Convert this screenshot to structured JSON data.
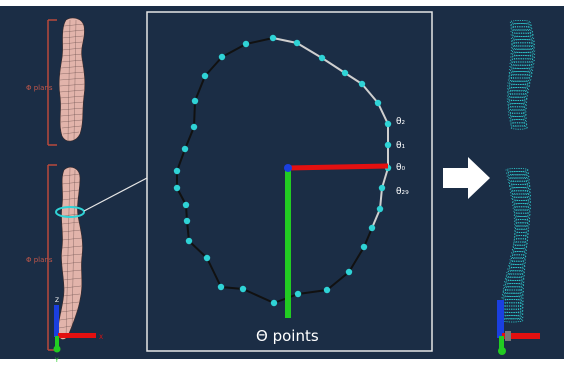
{
  "colors": {
    "background": "#1b2d45",
    "frame": "#e6e6e6",
    "bracket": "#b94a3c",
    "mesh_fill": "#e2b4ab",
    "mesh_line": "#3a2a2a",
    "point": "#2fd3d6",
    "contour_dark": "#111111",
    "contour_light": "#cfcfcf",
    "axis_red": "#e31010",
    "axis_green": "#22cc22",
    "axis_blue": "#1a3fe0",
    "arrow": "#ffffff",
    "text_light": "#ffffff"
  },
  "left_panel": {
    "top_bracket_label": "Φ plans",
    "bottom_bracket_label": "Φ plans",
    "axis_z_label": "Z",
    "axis_x_label": "X",
    "axis_y_label": "Y"
  },
  "center_panel": {
    "theta_labels": [
      "θ₂",
      "θ₁",
      "θ₀",
      "θ₂₉"
    ],
    "caption": "Θ points"
  },
  "icons": {
    "arrow": "right-arrow-icon"
  }
}
